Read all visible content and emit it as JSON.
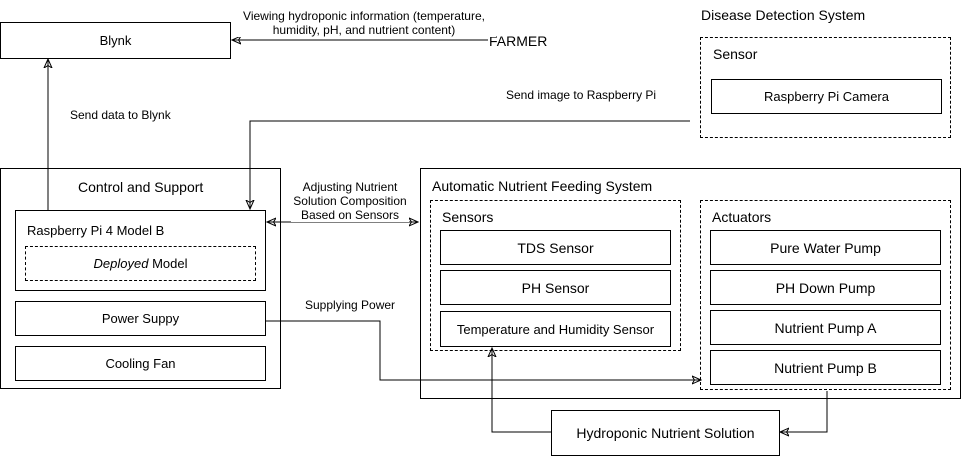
{
  "nodes": {
    "blynk": "Blynk",
    "farmer": "FARMER",
    "disease_system_title": "Disease Detection System",
    "disease_sensor_group": "Sensor",
    "camera": "Raspberry Pi Camera",
    "control_title": "Control and Support",
    "rpi": "Raspberry Pi 4 Model B",
    "deployed_model_italic": "Deployed",
    "deployed_model_rest": " Model",
    "power_supply": "Power Suppy",
    "cooling_fan": "Cooling Fan",
    "auto_system_title": "Automatic Nutrient Feeding System",
    "sensors_group": "Sensors",
    "tds": "TDS Sensor",
    "ph_sensor": "PH Sensor",
    "temp_humidity": "Temperature and Humidity Sensor",
    "actuators_group": "Actuators",
    "pure_water_pump": "Pure Water Pump",
    "ph_down_pump": "PH Down Pump",
    "nutrient_pump_a": "Nutrient Pump A",
    "nutrient_pump_b": "Nutrient Pump B",
    "nutrient_solution": "Hydroponic Nutrient Solution"
  },
  "edges": {
    "viewing_line1": "Viewing hydroponic information (temperature,",
    "viewing_line2": "humidity, pH, and nutrient content)",
    "send_blynk": "Send data to Blynk",
    "send_image": "Send image to Raspberry Pi",
    "adjust_line1": "Adjusting Nutrient",
    "adjust_line2": "Solution Composition",
    "adjust_line3": "Based on Sensors",
    "supplying_power": "Supplying Power"
  }
}
